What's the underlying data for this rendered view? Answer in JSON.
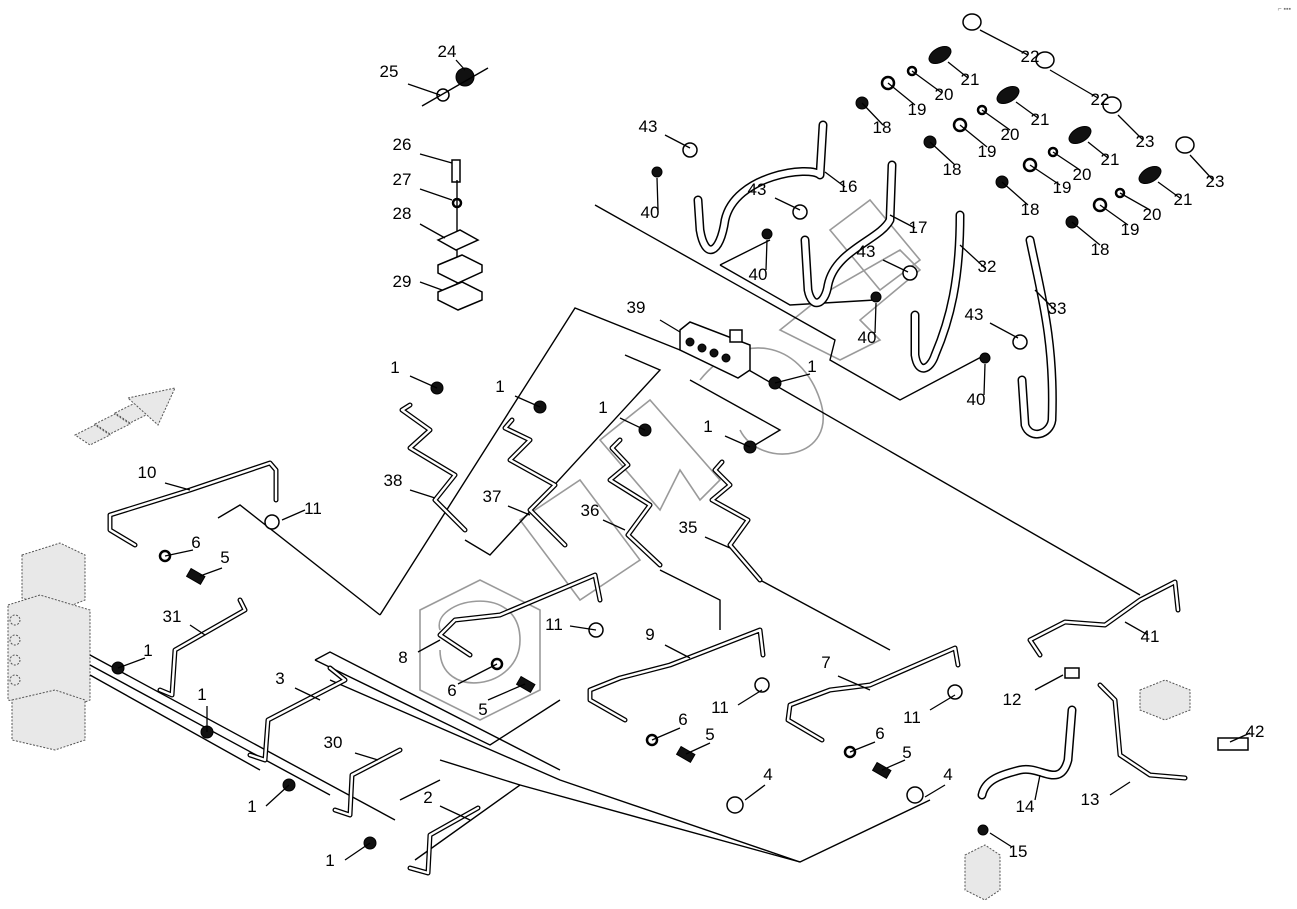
{
  "diagram": {
    "title": "Hydraulic pilot lines assembly - exploded parts view",
    "corner_mark": "⌐ ▪▪▪",
    "watermark_text": "SBM",
    "callouts": [
      {
        "id": "c1a",
        "label": "1"
      },
      {
        "id": "c1b",
        "label": "1"
      },
      {
        "id": "c1c",
        "label": "1"
      },
      {
        "id": "c1d",
        "label": "1"
      },
      {
        "id": "c1e",
        "label": "1"
      },
      {
        "id": "c1f",
        "label": "1"
      },
      {
        "id": "c1g",
        "label": "1"
      },
      {
        "id": "c1h",
        "label": "1"
      },
      {
        "id": "c1i",
        "label": "1"
      },
      {
        "id": "c2",
        "label": "2"
      },
      {
        "id": "c3",
        "label": "3"
      },
      {
        "id": "c4a",
        "label": "4"
      },
      {
        "id": "c4b",
        "label": "4"
      },
      {
        "id": "c5a",
        "label": "5"
      },
      {
        "id": "c5b",
        "label": "5"
      },
      {
        "id": "c5c",
        "label": "5"
      },
      {
        "id": "c5d",
        "label": "5"
      },
      {
        "id": "c6a",
        "label": "6"
      },
      {
        "id": "c6b",
        "label": "6"
      },
      {
        "id": "c6c",
        "label": "6"
      },
      {
        "id": "c6d",
        "label": "6"
      },
      {
        "id": "c7",
        "label": "7"
      },
      {
        "id": "c8",
        "label": "8"
      },
      {
        "id": "c9",
        "label": "9"
      },
      {
        "id": "c10",
        "label": "10"
      },
      {
        "id": "c11a",
        "label": "11"
      },
      {
        "id": "c11b",
        "label": "11"
      },
      {
        "id": "c11c",
        "label": "11"
      },
      {
        "id": "c11d",
        "label": "11"
      },
      {
        "id": "c12",
        "label": "12"
      },
      {
        "id": "c13",
        "label": "13"
      },
      {
        "id": "c14",
        "label": "14"
      },
      {
        "id": "c15",
        "label": "15"
      },
      {
        "id": "c16",
        "label": "16"
      },
      {
        "id": "c17",
        "label": "17"
      },
      {
        "id": "c18a",
        "label": "18"
      },
      {
        "id": "c18b",
        "label": "18"
      },
      {
        "id": "c18c",
        "label": "18"
      },
      {
        "id": "c18d",
        "label": "18"
      },
      {
        "id": "c19a",
        "label": "19"
      },
      {
        "id": "c19b",
        "label": "19"
      },
      {
        "id": "c19c",
        "label": "19"
      },
      {
        "id": "c19d",
        "label": "19"
      },
      {
        "id": "c20a",
        "label": "20"
      },
      {
        "id": "c20b",
        "label": "20"
      },
      {
        "id": "c20c",
        "label": "20"
      },
      {
        "id": "c20d",
        "label": "20"
      },
      {
        "id": "c21a",
        "label": "21"
      },
      {
        "id": "c21b",
        "label": "21"
      },
      {
        "id": "c21c",
        "label": "21"
      },
      {
        "id": "c21d",
        "label": "21"
      },
      {
        "id": "c22a",
        "label": "22"
      },
      {
        "id": "c22b",
        "label": "22"
      },
      {
        "id": "c23a",
        "label": "23"
      },
      {
        "id": "c23b",
        "label": "23"
      },
      {
        "id": "c24",
        "label": "24"
      },
      {
        "id": "c25",
        "label": "25"
      },
      {
        "id": "c26",
        "label": "26"
      },
      {
        "id": "c27",
        "label": "27"
      },
      {
        "id": "c28",
        "label": "28"
      },
      {
        "id": "c29",
        "label": "29"
      },
      {
        "id": "c30",
        "label": "30"
      },
      {
        "id": "c31",
        "label": "31"
      },
      {
        "id": "c32",
        "label": "32"
      },
      {
        "id": "c33",
        "label": "33"
      },
      {
        "id": "c35",
        "label": "35"
      },
      {
        "id": "c36",
        "label": "36"
      },
      {
        "id": "c37",
        "label": "37"
      },
      {
        "id": "c38",
        "label": "38"
      },
      {
        "id": "c39",
        "label": "39"
      },
      {
        "id": "c40a",
        "label": "40"
      },
      {
        "id": "c40b",
        "label": "40"
      },
      {
        "id": "c40c",
        "label": "40"
      },
      {
        "id": "c40d",
        "label": "40"
      },
      {
        "id": "c41",
        "label": "41"
      },
      {
        "id": "c42",
        "label": "42"
      },
      {
        "id": "c43a",
        "label": "43"
      },
      {
        "id": "c43b",
        "label": "43"
      },
      {
        "id": "c43c",
        "label": "43"
      },
      {
        "id": "c43d",
        "label": "43"
      }
    ]
  }
}
